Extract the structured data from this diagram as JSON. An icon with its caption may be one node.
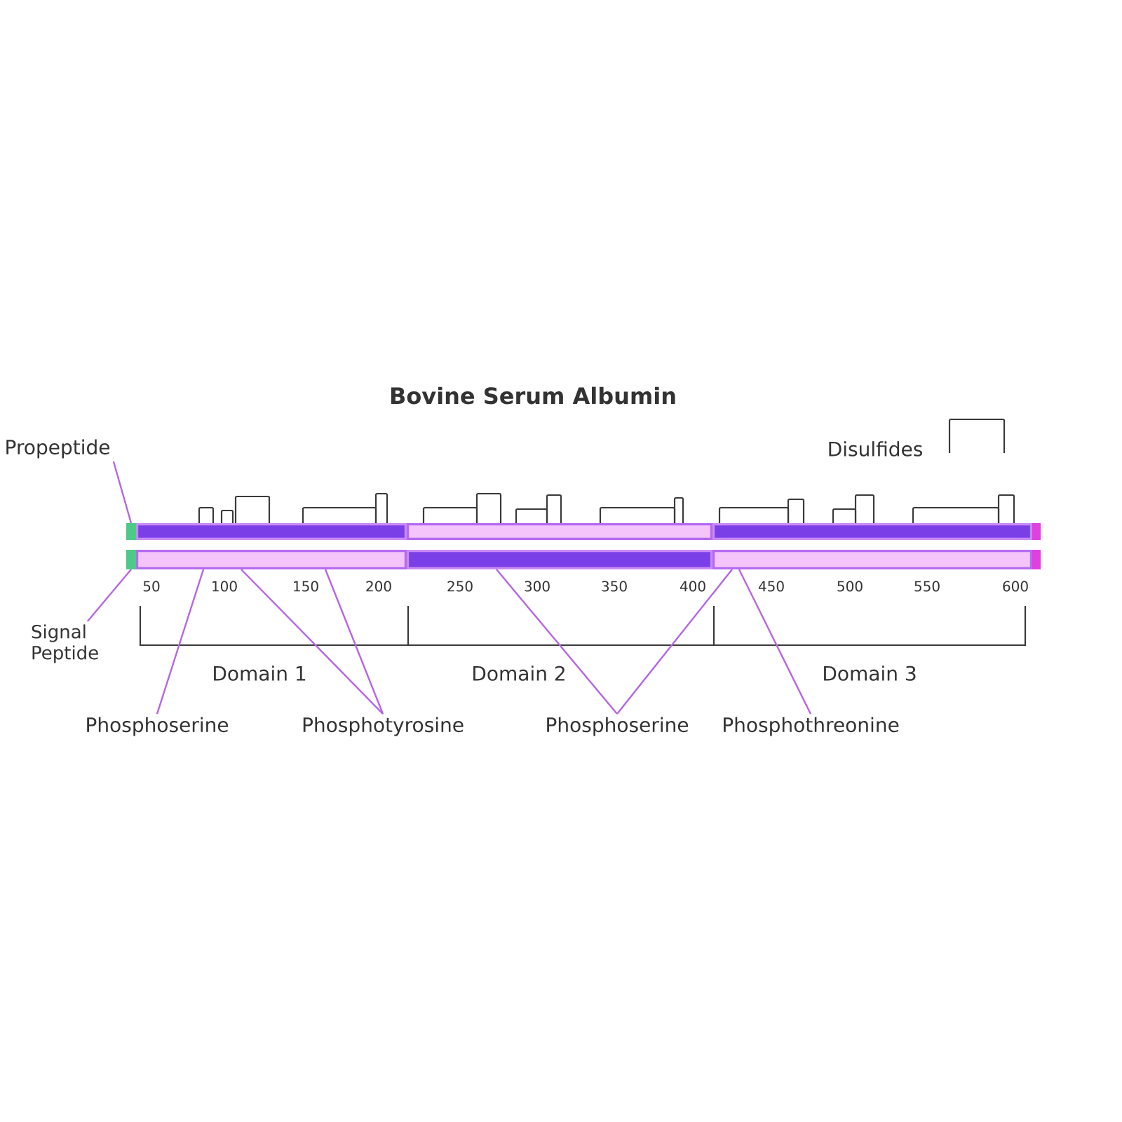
{
  "diagram": {
    "title": "Bovine Serum Albumin",
    "nodes": [
      {
        "text": [
          "Propeptide"
        ]
      },
      {
        "text": [],
        "shape": "bar"
      },
      {
        "text": [],
        "shape": "bar"
      },
      {
        "text": [],
        "shape": "bar"
      },
      {
        "text": [],
        "shape": "bar"
      },
      {
        "text": [],
        "shape": "bar"
      },
      {
        "text": [],
        "shape": "bar"
      },
      {
        "text": [],
        "shape": "bar"
      },
      {
        "text": [],
        "shape": "bar"
      },
      {
        "text": [
          "Signal Peptide"
        ]
      },
      {
        "text": [
          "Phosphoserine"
        ]
      },
      {
        "text": [
          "Phosphotyrosine"
        ]
      },
      {
        "text": [
          "Phosphoserine"
        ]
      },
      {
        "text": [
          "Phosphothreonine"
        ]
      }
    ],
    "edges": [
      {
        "from": 0,
        "to": 1,
        "arrow": "none"
      },
      {
        "from": 9,
        "to": 5,
        "arrow": "none"
      },
      {
        "from": 10,
        "to": 6,
        "arrow": "none"
      },
      {
        "from": 11,
        "to": 6,
        "arrow": "none"
      },
      {
        "from": 11,
        "to": 6,
        "arrow": "none"
      },
      {
        "from": 12,
        "to": 7,
        "arrow": "none"
      },
      {
        "from": 12,
        "to": 8,
        "arrow": "none"
      },
      {
        "from": 13,
        "to": 8,
        "arrow": "none"
      }
    ],
    "labels": [
      "50",
      "100",
      "150",
      "200",
      "250",
      "300",
      "350",
      "400",
      "450",
      "500",
      "550",
      "600",
      "Domain 1",
      "Domain 2",
      "Domain 3"
    ],
    "legend": [
      {
        "text": "Disulfides"
      }
    ]
  }
}
